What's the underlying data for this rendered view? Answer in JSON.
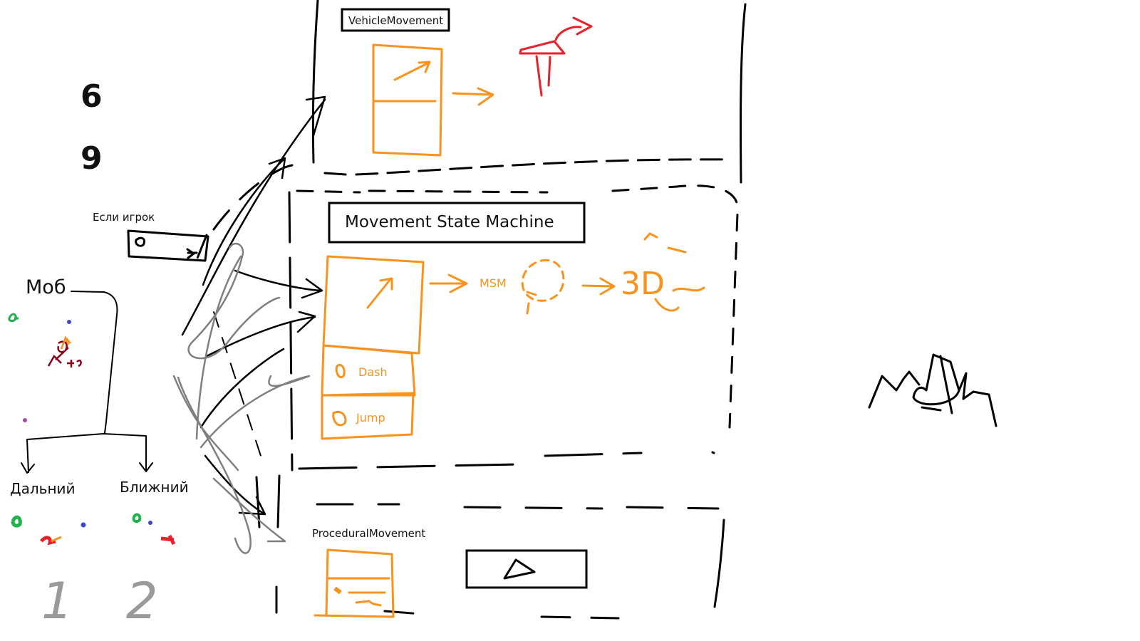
{
  "colors": {
    "ink": "#000000",
    "orange": "#f7931e",
    "gray": "#7f7f7f",
    "red": "#e8212b",
    "green": "#22b14c",
    "blue": "#3f48cc",
    "dark_red": "#880015",
    "purple": "#a349a4"
  },
  "left_panel": {
    "number_top": "6",
    "number_bottom": "9",
    "player_label": "Если игрок",
    "mob_label": "Моб",
    "ranged_label": "Дальний",
    "melee_label": "Ближний",
    "count_ranged": "1",
    "count_melee": "2"
  },
  "sections": {
    "vehicle": {
      "title": "VehicleMovement"
    },
    "msm": {
      "title": "Movement State Machine",
      "msm_label": "MSM",
      "three_d_label": "3D",
      "dash_label": "Dash",
      "jump_label": "Jump"
    },
    "procedural": {
      "title": "ProceduralMovement"
    }
  },
  "icons": [
    "up-right-arrow-icon",
    "right-arrow-icon",
    "red-stick-figure-icon",
    "play-icon",
    "spider-icon",
    "refresh-circle-icon",
    "gamepad-icon"
  ]
}
